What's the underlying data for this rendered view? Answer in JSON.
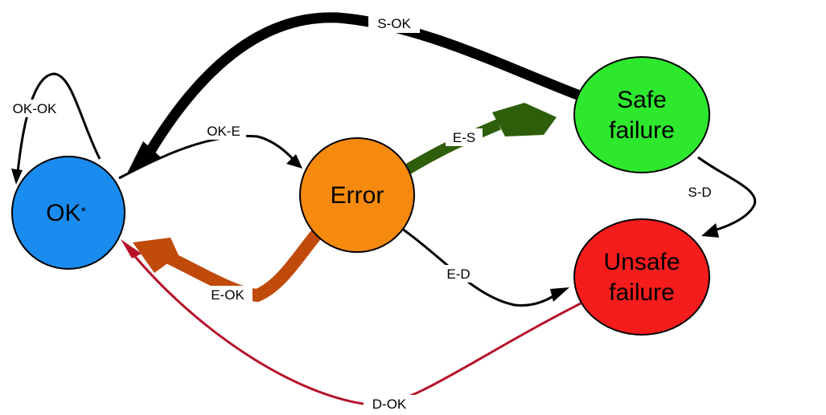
{
  "nodes": {
    "ok": {
      "label": "OK",
      "marker": "*",
      "color": "#1a8cf0"
    },
    "error": {
      "label": "Error",
      "color": "#f58a0f"
    },
    "safe": {
      "line1": "Safe",
      "line2": "failure",
      "color": "#2ee82e"
    },
    "unsafe": {
      "line1": "Unsafe",
      "line2": "failure",
      "color": "#f51c1c"
    }
  },
  "edges": {
    "ok_ok": {
      "label": "OK-OK",
      "color": "#000000"
    },
    "ok_e": {
      "label": "OK-E",
      "color": "#000000"
    },
    "s_ok": {
      "label": "S-OK",
      "color": "#000000"
    },
    "e_s": {
      "label": "E-S",
      "color": "#2e5e0a"
    },
    "s_d": {
      "label": "S-D",
      "color": "#000000"
    },
    "e_ok": {
      "label": "E-OK",
      "color": "#bf4a0a"
    },
    "e_d": {
      "label": "E-D",
      "color": "#000000"
    },
    "d_ok": {
      "label": "D-OK",
      "color": "#b5122a"
    }
  }
}
